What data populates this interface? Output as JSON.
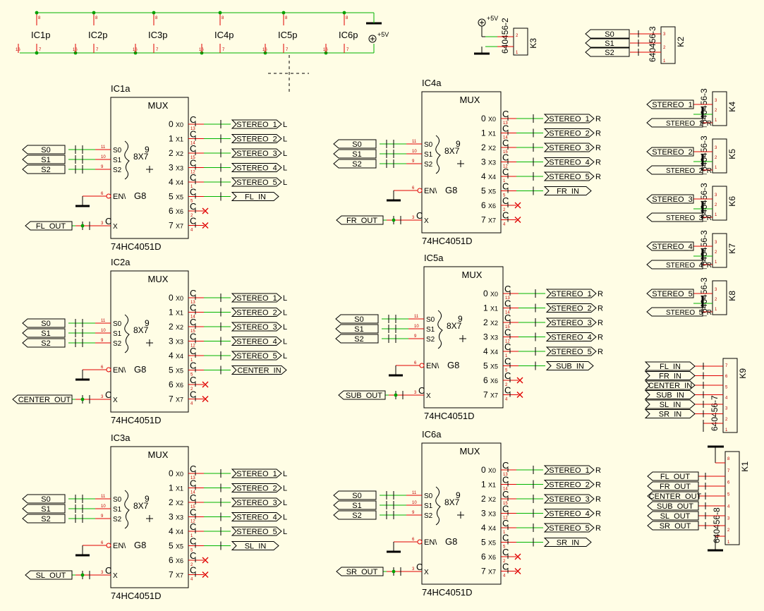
{
  "power": {
    "ic_names": [
      "IC1p",
      "IC2p",
      "IC3p",
      "IC4p",
      "IC5p",
      "IC6p"
    ],
    "vcc": "+5V",
    "pin_top": "8",
    "pin_bot": "16",
    "pin_mid": "7"
  },
  "ic_left": [
    {
      "name": "IC1a",
      "type": "74HC4051D",
      "out": "FL_OUT",
      "in": "FL_IN",
      "suffix": "L"
    },
    {
      "name": "IC2a",
      "type": "74HC4051D",
      "out": "CENTER_OUT",
      "in": "CENTER_IN",
      "suffix": "L"
    },
    {
      "name": "IC3a",
      "type": "74HC4051D",
      "out": "SL_OUT",
      "in": "SL_IN",
      "suffix": "L"
    }
  ],
  "ic_right": [
    {
      "name": "IC4a",
      "type": "74HC4051D",
      "out": "FR_OUT",
      "in": "FR_IN",
      "suffix": "R"
    },
    {
      "name": "IC5a",
      "type": "74HC4051D",
      "out": "SUB_OUT",
      "in": "SUB_IN",
      "suffix": "R"
    },
    {
      "name": "IC6a",
      "type": "74HC4051D",
      "out": "SR_OUT",
      "in": "SR_IN",
      "suffix": "R"
    }
  ],
  "mux": {
    "title": "MUX",
    "sel": [
      "S0",
      "S1",
      "S2"
    ],
    "en": "EN\\",
    "g8": "G8",
    "x": "X",
    "bracket": "8X7",
    "nine": "9",
    "channels": [
      "0",
      "1",
      "2",
      "3",
      "4",
      "5",
      "6",
      "7"
    ],
    "x_pins": [
      "X0",
      "X1",
      "X2",
      "X3",
      "X4",
      "X5",
      "X6",
      "X7"
    ],
    "c": "C",
    "sel_pins": [
      "11",
      "10",
      "9"
    ],
    "en_pin": "6",
    "x_pin": "3",
    "ch_pins": [
      "13",
      "14",
      "15",
      "12",
      "1",
      "5",
      "2",
      "4"
    ]
  },
  "stereo": [
    "STEREO_1",
    "STEREO_2",
    "STEREO_3",
    "STEREO_4",
    "STEREO_5"
  ],
  "connectors": {
    "k3": {
      "name": "K3",
      "part": "640456-2",
      "vcc": "+5V",
      "pins": [
        "2",
        "1"
      ]
    },
    "k2": {
      "name": "K2",
      "part": "640456-3",
      "nets": [
        "S0",
        "S1",
        "S2"
      ],
      "pins": [
        "3",
        "2",
        "1"
      ]
    },
    "k_stereo": [
      {
        "name": "K4",
        "part": "640456-3",
        "net": "STEREO_1",
        "r": "STEREO_1_R"
      },
      {
        "name": "K5",
        "part": "640456-3",
        "net": "STEREO_2",
        "r": "STEREO_2_R"
      },
      {
        "name": "K6",
        "part": "640456-3",
        "net": "STEREO_3",
        "r": "STEREO_3_R"
      },
      {
        "name": "K7",
        "part": "640456-3",
        "net": "STEREO_4",
        "r": "STEREO_4_R"
      },
      {
        "name": "K8",
        "part": "640456-3",
        "net": "STEREO_5",
        "r": "STEREO_5_R"
      }
    ],
    "k9": {
      "name": "K9",
      "part": "640456-7",
      "nets": [
        "FL_IN",
        "FR_IN",
        "CENTER_IN",
        "SUB_IN",
        "SL_IN",
        "SR_IN"
      ],
      "pins": [
        "7",
        "6",
        "5",
        "4",
        "3",
        "2",
        "1"
      ]
    },
    "k1": {
      "name": "K1",
      "part": "640456-8",
      "nets": [
        "FL_OUT",
        "FR_OUT",
        "CENTER_OUT",
        "SUB_OUT",
        "SL_OUT",
        "SR_OUT"
      ],
      "pins": [
        "8",
        "7",
        "6",
        "5",
        "4",
        "3",
        "2",
        "1"
      ]
    }
  }
}
